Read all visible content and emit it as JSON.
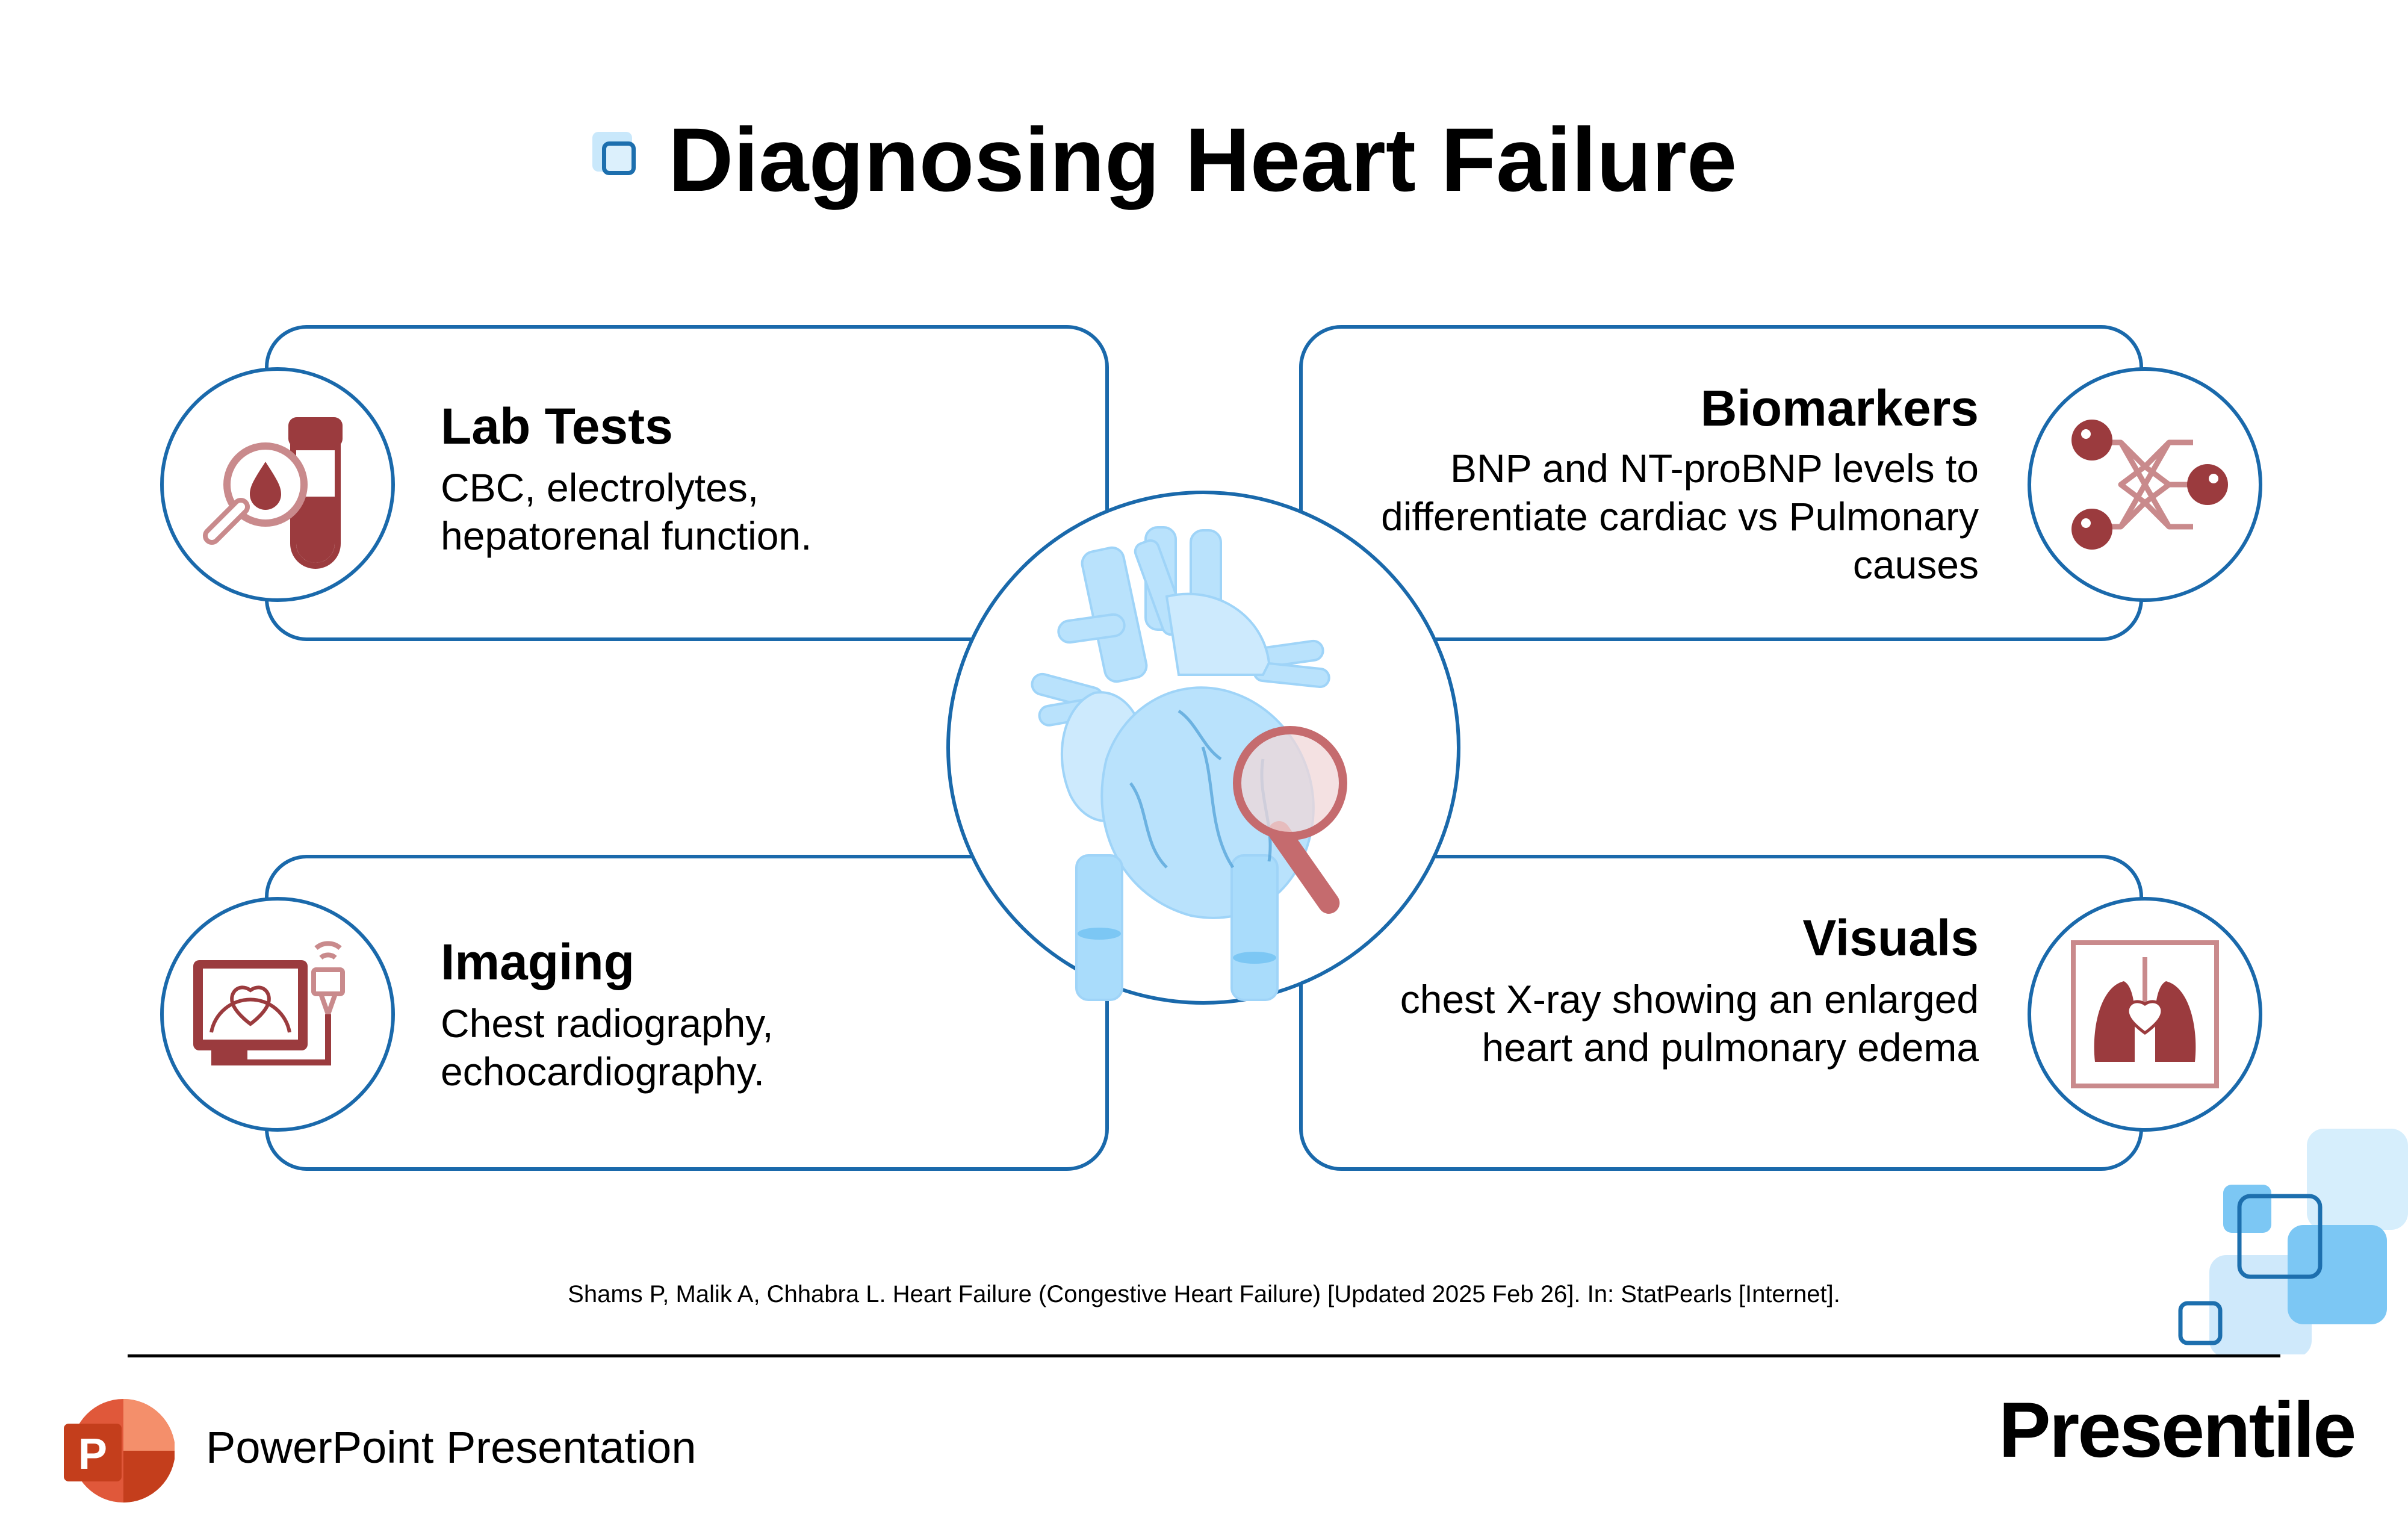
{
  "title": "Diagnosing Heart Failure",
  "cards": {
    "lab_tests": {
      "title": "Lab Tests",
      "line1": "CBC, electrolytes,",
      "line2": "hepatorenal function."
    },
    "biomarkers": {
      "title": "Biomarkers",
      "line1": "BNP and NT-proBNP levels to",
      "line2": "differentiate cardiac vs Pulmonary",
      "line3": "causes"
    },
    "imaging": {
      "title": "Imaging",
      "line1": "Chest radiography,",
      "line2": "echocardiography."
    },
    "visuals": {
      "title": "Visuals",
      "line1": "chest X-ray showing an enlarged",
      "line2": "heart and pulmonary edema"
    }
  },
  "icons": {
    "title": "rounded-square-icon",
    "lab_tests": "blood-test-magnifier-icon",
    "biomarkers": "molecule-network-icon",
    "imaging": "echocardiography-monitor-icon",
    "visuals": "chest-xray-lungs-icon",
    "center": "heart-magnifier-illustration"
  },
  "citation": "Shams P, Malik A, Chhabra L. Heart Failure (Congestive Heart Failure) [Updated 2025 Feb 26]. In: StatPearls [Internet].",
  "footer": {
    "app_label": "PowerPoint Presentation",
    "brand": "Presentile",
    "ppt_letter": "P"
  },
  "colors": {
    "accent_blue": "#1a69ab",
    "icon_red": "#9b3b3e",
    "heart_blue": "#a9dcfb",
    "deco_blue": "#7cc7f4"
  }
}
